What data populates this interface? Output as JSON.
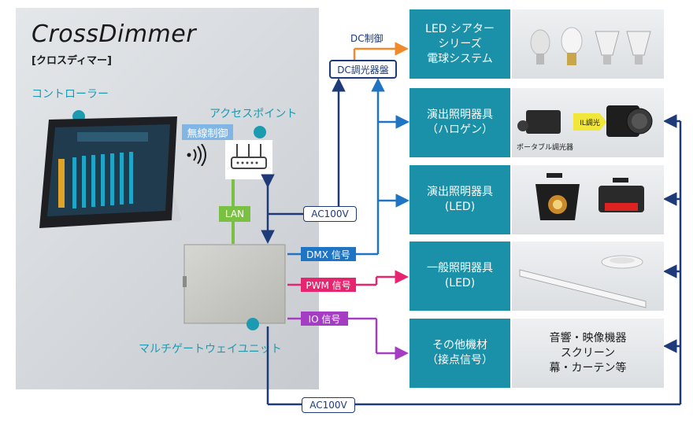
{
  "brand": {
    "name": "CrossDimmer",
    "subtitle": "[クロスディマー]"
  },
  "components": {
    "controller": "コントローラー",
    "access_point": "アクセスポイント",
    "multi_gateway": "マルチゲートウェイユニット"
  },
  "links": {
    "wireless": "無線制御",
    "lan": "LAN",
    "ac100v_top": "AC100V",
    "ac100v_bottom": "AC100V",
    "dmx": "DMX 信号",
    "pwm": "PWM 信号",
    "io": "IO 信号",
    "dc_control": "DC制御",
    "dc_panel": "DC調光器盤"
  },
  "categories": [
    {
      "label": "LED シアター\nシリーズ\n電球システム"
    },
    {
      "label": "演出照明器具\n（ハロゲン）"
    },
    {
      "label": "演出照明器具\n(LED)"
    },
    {
      "label": "一般照明器具\n(LED)"
    },
    {
      "label": "その他機材\n（接点信号）"
    }
  ],
  "photo_labels": {
    "il_dimming": "IL調光",
    "portable_dimmer": "ポータブル調光器",
    "other_equipment": "音響・映像機器\nスクリーン\n幕・カーテン等"
  },
  "colors": {
    "teal": "#1c9bb0",
    "navy": "#1e3a78",
    "blue": "#1f74c4",
    "green": "#7ac143",
    "orange": "#f08a2c",
    "pink": "#e6246f",
    "purple": "#a53cc4"
  }
}
